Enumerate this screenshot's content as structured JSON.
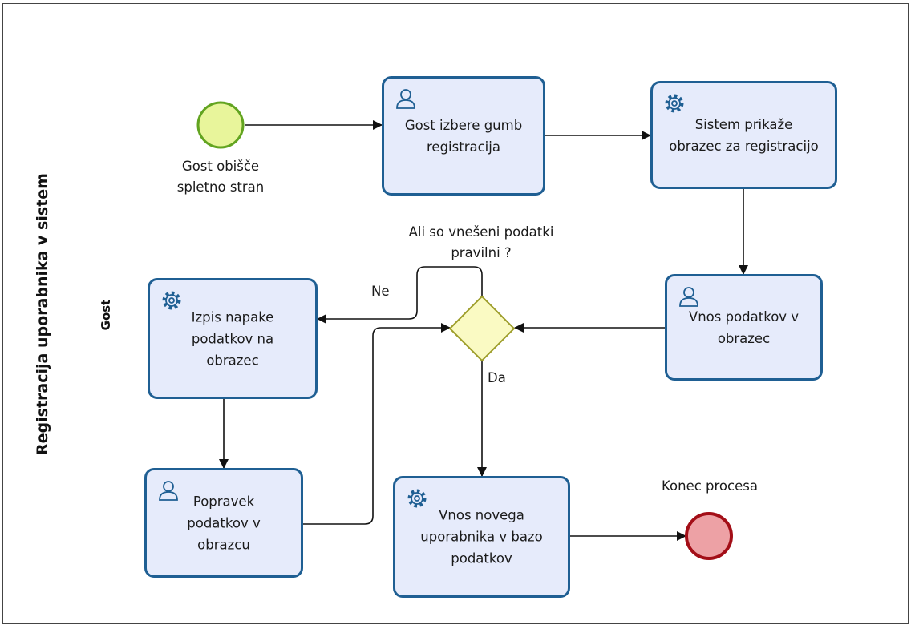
{
  "pool": {
    "title": "Registracija uporabnika v sistem"
  },
  "lane": {
    "title": "Gost"
  },
  "events": {
    "start": {
      "label": "Gost obišče\nspletno stran",
      "color": "#e8f59b",
      "stroke": "#62a420"
    },
    "end": {
      "label": "Konec procesa",
      "color": "#eda1a5",
      "stroke": "#a30e17"
    }
  },
  "tasks": {
    "choose_register": {
      "label": "Gost izbere gumb\nregistracija",
      "icon": "user-icon"
    },
    "show_form": {
      "label": "Sistem prikaže\nobrazec za registracijo",
      "icon": "gear-icon"
    },
    "enter_data": {
      "label": "Vnos podatkov v\nobrazec",
      "icon": "user-icon"
    },
    "error_output": {
      "label": "Izpis napake\npodatkov na\nobrazec",
      "icon": "gear-icon"
    },
    "fix_data": {
      "label": "Popravek\npodatkov v\nobrazcu",
      "icon": "user-icon"
    },
    "save_user": {
      "label": "Vnos novega\nuporabnika v bazo\npodatkov",
      "icon": "gear-icon"
    }
  },
  "gateway": {
    "question": "Ali so vnešeni podatki\npravilni ?",
    "color": "#fafac3",
    "stroke": "#9d9d2a"
  },
  "edges": {
    "no": "Ne",
    "yes": "Da"
  },
  "colors": {
    "task_fill": "#e6ebfb",
    "task_stroke": "#1f5f93",
    "icon": "#1f5f93",
    "line": "#111111"
  }
}
